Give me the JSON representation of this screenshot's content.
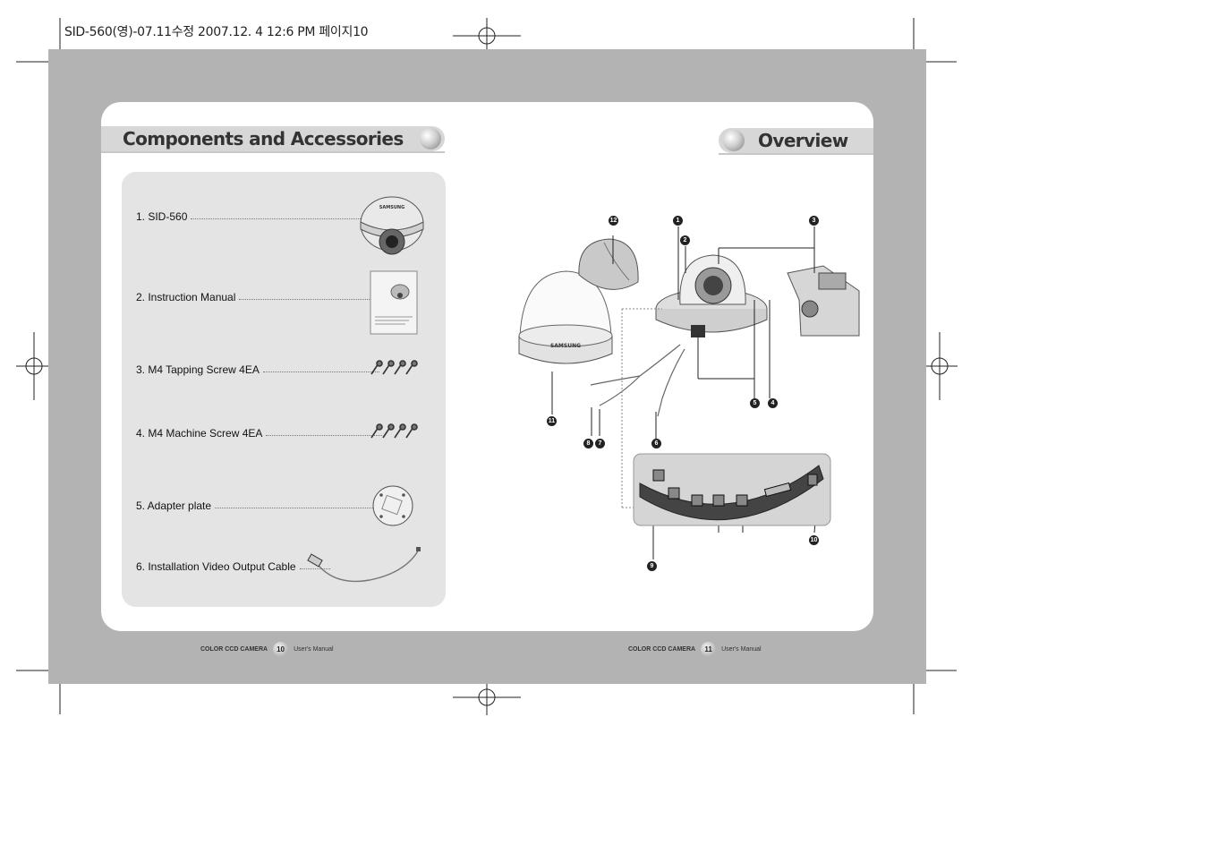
{
  "print_header": "SID-560(영)-07.11수정  2007.12. 4 12:6 PM 페이지10",
  "left_page": {
    "title": "Components and Accessories",
    "items": [
      {
        "label": "1. SID-560"
      },
      {
        "label": "2. Instruction Manual"
      },
      {
        "label": "3. M4 Tapping Screw 4EA"
      },
      {
        "label": "4. M4 Machine Screw 4EA"
      },
      {
        "label": "5. Adapter plate"
      },
      {
        "label": "6. Installation Video Output Cable"
      }
    ],
    "camera_logo": "SAMSUNG"
  },
  "right_page": {
    "title": "Overview",
    "dome_logo": "SAMSUNG",
    "callouts": [
      "1",
      "2",
      "3",
      "4",
      "5",
      "6",
      "7",
      "8",
      "9",
      "10",
      "11",
      "12"
    ]
  },
  "footer_left": {
    "product": "COLOR CCD CAMERA",
    "page": "10",
    "manual": "User's Manual"
  },
  "footer_right": {
    "product": "COLOR CCD CAMERA",
    "page": "11",
    "manual": "User's Manual"
  }
}
